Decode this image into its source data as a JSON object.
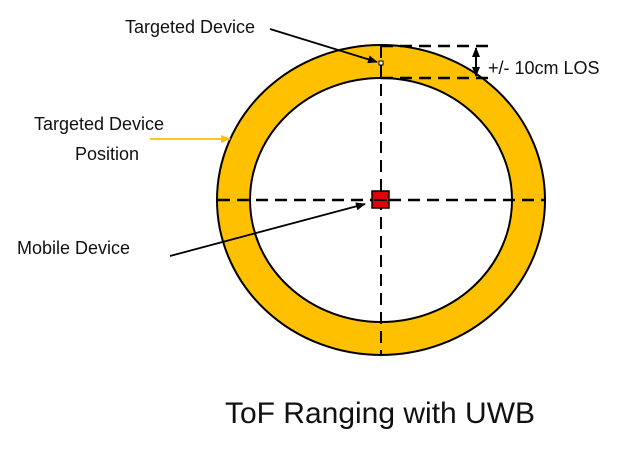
{
  "title": "ToF Ranging with UWB",
  "labels": {
    "targeted_device": "Targeted Device",
    "targeted_device_position_line1": "Targeted Device",
    "targeted_device_position_line2": "Position",
    "mobile_device": "Mobile Device",
    "tolerance": "+/- 10cm LOS"
  },
  "colors": {
    "ring": "#FFC000",
    "mobile_device": "#E00000",
    "stroke": "#000000"
  }
}
